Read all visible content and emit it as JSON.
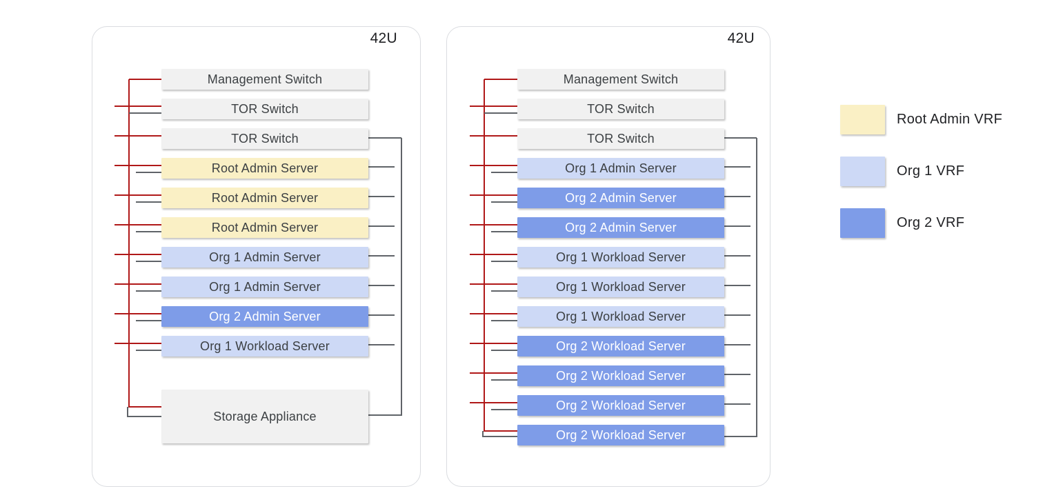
{
  "diagram": {
    "racks": [
      {
        "capacity_label": "42U",
        "units": [
          {
            "label": "Management Switch",
            "style": "gray"
          },
          {
            "label": "TOR Switch",
            "style": "gray"
          },
          {
            "label": "TOR Switch",
            "style": "gray"
          },
          {
            "label": "Root Admin Server",
            "style": "yellow"
          },
          {
            "label": "Root Admin Server",
            "style": "yellow"
          },
          {
            "label": "Root Admin Server",
            "style": "yellow"
          },
          {
            "label": "Org 1 Admin Server",
            "style": "lightblue"
          },
          {
            "label": "Org 1 Admin Server",
            "style": "lightblue"
          },
          {
            "label": "Org 2 Admin Server",
            "style": "blue"
          },
          {
            "label": "Org 1 Workload Server",
            "style": "lightblue"
          },
          {
            "label": "Storage Appliance",
            "style": "gray",
            "tall": true
          }
        ]
      },
      {
        "capacity_label": "42U",
        "units": [
          {
            "label": "Management Switch",
            "style": "gray"
          },
          {
            "label": "TOR Switch",
            "style": "gray"
          },
          {
            "label": "TOR Switch",
            "style": "gray"
          },
          {
            "label": "Org 1 Admin Server",
            "style": "lightblue"
          },
          {
            "label": "Org 2 Admin Server",
            "style": "blue"
          },
          {
            "label": "Org 2 Admin Server",
            "style": "blue"
          },
          {
            "label": "Org 1 Workload Server",
            "style": "lightblue"
          },
          {
            "label": "Org 1 Workload Server",
            "style": "lightblue"
          },
          {
            "label": "Org 1 Workload Server",
            "style": "lightblue"
          },
          {
            "label": "Org 2 Workload Server",
            "style": "blue"
          },
          {
            "label": "Org 2 Workload Server",
            "style": "blue"
          },
          {
            "label": "Org 2 Workload Server",
            "style": "blue"
          },
          {
            "label": "Org 2 Workload Server",
            "style": "blue"
          }
        ]
      }
    ],
    "legend": {
      "items": [
        {
          "label": "Root Admin VRF",
          "style": "yellow"
        },
        {
          "label": "Org 1 VRF",
          "style": "lightblue"
        },
        {
          "label": "Org 2 VRF",
          "style": "blue"
        }
      ]
    },
    "colors": {
      "yellow": "#faf0c5",
      "lightblue": "#cdd9f6",
      "blue": "#7e9ce8",
      "gray": "#f1f1f1",
      "mgmt_line_red": "#b01818",
      "data_line_gray": "#5f6368"
    }
  }
}
